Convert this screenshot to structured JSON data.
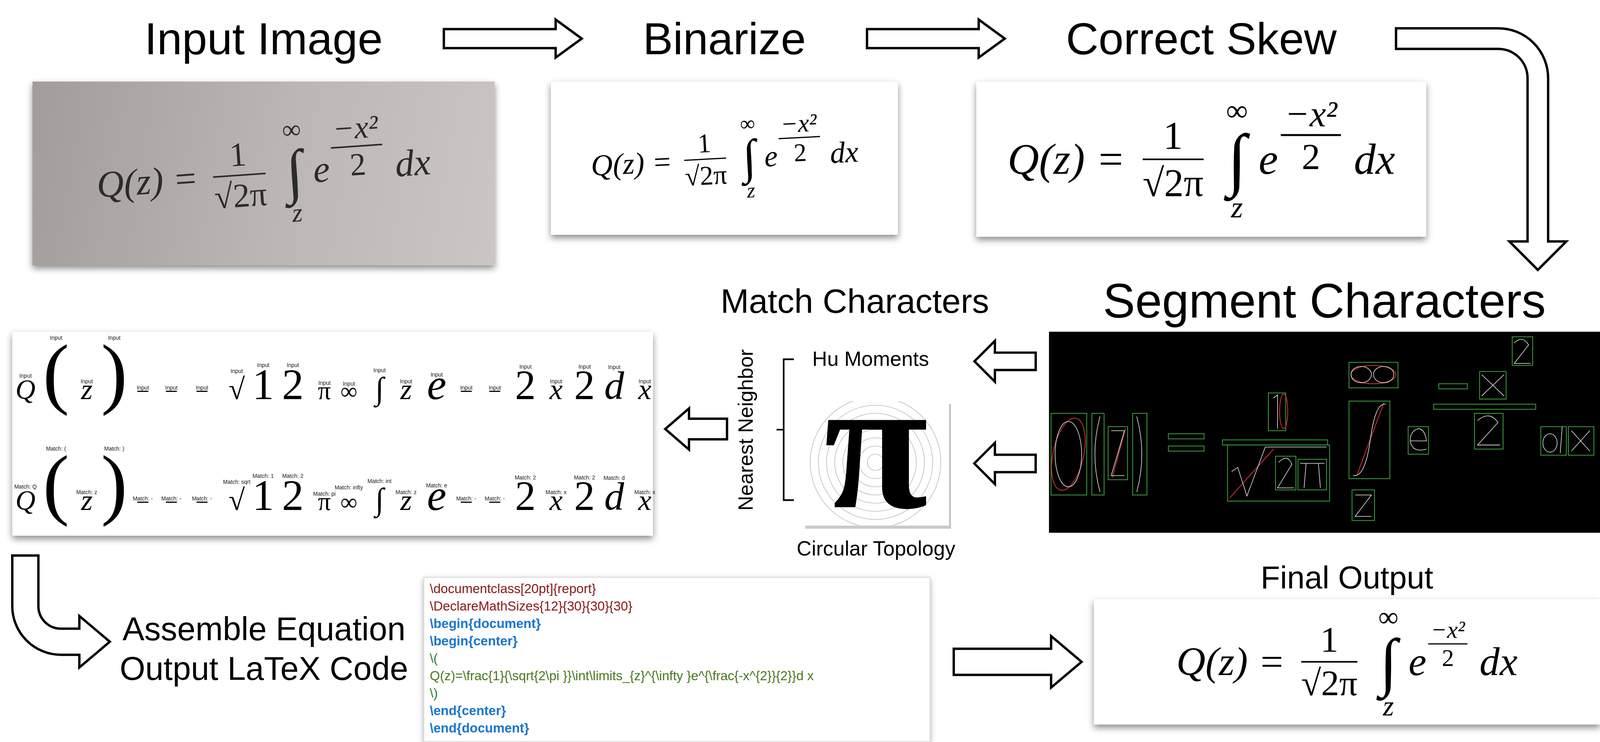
{
  "diagram": {
    "nodes": [
      {
        "text": [
          "Input Image",
          "Q(z) =",
          "1",
          "√2π",
          "∞",
          "∫",
          "z",
          "e",
          "−x²",
          "2",
          "dx"
        ]
      },
      {
        "text": [
          "Binarize",
          "Q(z) =",
          "1",
          "√2π",
          "∞",
          "∫",
          "z",
          "e",
          "−x²",
          "2",
          "dx"
        ]
      },
      {
        "text": [
          "Correct Skew",
          "Q(z) =",
          "1",
          "√2π",
          "∞",
          "∫",
          "z",
          "e",
          "−x²",
          "2",
          "dx"
        ]
      },
      {
        "text": [
          "Segment Characters"
        ]
      },
      {
        "text": [
          "π",
          "Circular Topology"
        ]
      },
      {
        "text": [
          "Input",
          "Q",
          "Input",
          "(",
          "Input",
          "z",
          "Input",
          ")",
          "Input",
          "−",
          "Input",
          "−",
          "Input",
          "−",
          "Input",
          "√",
          "Input",
          "1",
          "Input",
          "2",
          "Input",
          "π",
          "Input",
          "∞",
          "Input",
          "∫",
          "Input",
          "z",
          "Input",
          "e",
          "Input",
          "−",
          "Input",
          "−",
          "Input",
          "2",
          "Input",
          "x",
          "Input",
          "2",
          "Input",
          "d",
          "Input",
          "x",
          "Match: Q",
          "Q",
          "Match: (",
          "(",
          "Match: z",
          "z",
          "Match: )",
          ")",
          "Match: -",
          "−",
          "Match: -",
          "−",
          "Match: -",
          "−",
          "Match: sqrt",
          "√",
          "Match: 1",
          "1",
          "Match: 2",
          "2",
          "Match: pi",
          "π",
          "Match: infty",
          "∞",
          "Match: int",
          "∫",
          "Match: z",
          "z",
          "Match: e",
          "e",
          "Match: -",
          "−",
          "Match: -",
          "−",
          "Match: 2",
          "2",
          "Match: x",
          "x",
          "Match: 2",
          "2",
          "Match: d",
          "d",
          "Match: x",
          "x"
        ]
      },
      {
        "text": [
          "Assemble Equation Output LaTeX Code",
          "\\documentclass[20pt]{report}",
          "\\DeclareMathSizes{12}{30}{30}{30}",
          "\\begin{document}",
          "\\begin{center}",
          "\\(",
          "Q(z)=\\frac{1}{\\sqrt{2\\pi }}\\int\\limits_{z}^{\\infty }e^{\\frac{-x^{2}}{2}}d x",
          "\\)",
          "\\end{center}",
          "\\end{document}"
        ]
      },
      {
        "text": [
          "Final Output",
          "Q(z) =",
          "1",
          "√2π",
          "∞",
          "∫",
          "z",
          "e",
          "−x²",
          "2",
          "dx"
        ]
      }
    ],
    "edges": [
      {
        "from": 0,
        "to": 1,
        "arrow": "to"
      },
      {
        "from": 1,
        "to": 2,
        "arrow": "to"
      },
      {
        "from": 2,
        "to": 3,
        "arrow": "to"
      },
      {
        "from": 3,
        "to": 4,
        "arrow": "to"
      },
      {
        "from": 4,
        "to": 5,
        "arrow": "to"
      },
      {
        "from": 5,
        "to": 6,
        "arrow": "to"
      },
      {
        "from": 6,
        "to": 7,
        "arrow": "to"
      }
    ],
    "labels": [
      "Match Characters",
      "Hu Moments",
      "Nearest Neighbor"
    ]
  }
}
